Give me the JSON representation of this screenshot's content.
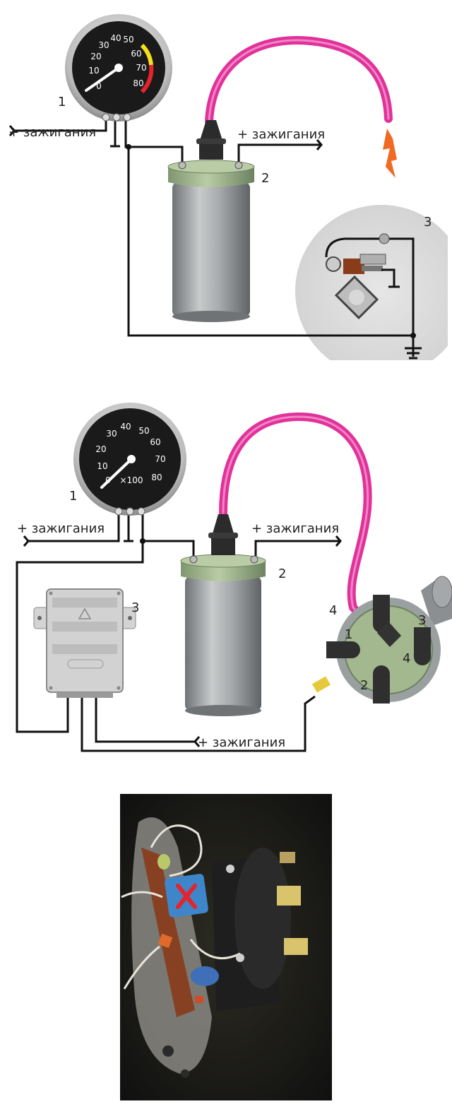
{
  "diagram1": {
    "tacho_ticks": [
      "0",
      "10",
      "20",
      "30",
      "40",
      "50",
      "60",
      "70",
      "80"
    ],
    "ign_left": "+ зажигания",
    "ign_right": "+ зажигания",
    "label_tacho": "1",
    "label_coil": "2",
    "label_breaker": "3"
  },
  "diagram2": {
    "tacho_ticks": [
      "0",
      "10",
      "20",
      "30",
      "40",
      "50",
      "60",
      "70",
      "80"
    ],
    "tacho_unit": "×100",
    "ign_left": "+ зажигания",
    "ign_right": "+ зажигания",
    "ign_bottom": "+ зажигания",
    "label_tacho": "1",
    "label_coil": "2",
    "label_switch": "3",
    "label_distributor": "4",
    "cap_1": "1",
    "cap_2": "2",
    "cap_3": "3",
    "cap_4": "4"
  },
  "colors": {
    "hv_wire": "#e0329a",
    "coil_cap": "#a9bf95",
    "coil_body": "#9a9ea0",
    "dial_face": "#1a1a1a",
    "redzone": "#e5232b",
    "yellowzone": "#f7e01a"
  }
}
